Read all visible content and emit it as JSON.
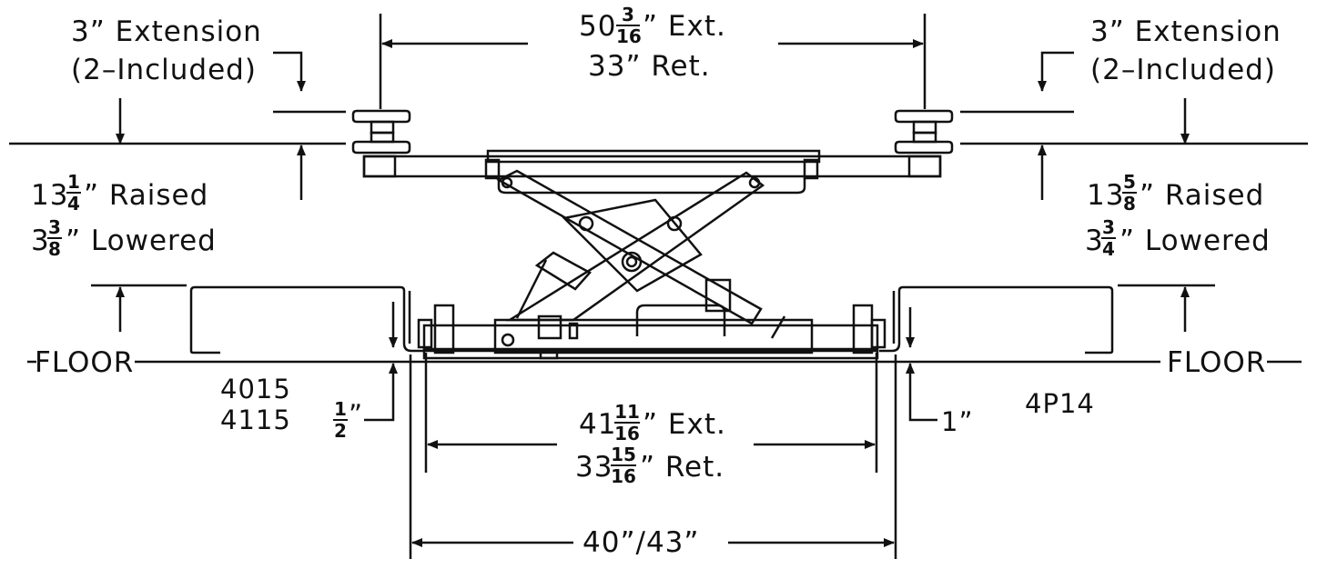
{
  "labels": {
    "ext_left_1": "3” Extension",
    "ext_left_2": "(2–Included)",
    "ext_right_1": "3” Extension",
    "ext_right_2": "(2–Included)",
    "top_ext_whole": "50",
    "top_ext_num": "3",
    "top_ext_den": "16",
    "top_ext_suffix": "” Ext.",
    "top_ret": "33” Ret.",
    "left_raised_whole": "13",
    "left_raised_num": "1",
    "left_raised_den": "4",
    "left_raised_suffix": "” Raised",
    "left_lowered_whole": "3",
    "left_lowered_num": "3",
    "left_lowered_den": "8",
    "left_lowered_suffix": "” Lowered",
    "right_raised_whole": "13",
    "right_raised_num": "5",
    "right_raised_den": "8",
    "right_raised_suffix": "” Raised",
    "right_lowered_whole": "3",
    "right_lowered_num": "3",
    "right_lowered_den": "4",
    "right_lowered_suffix": "” Lowered",
    "floor_left": "FLOOR",
    "floor_right": "FLOOR",
    "model_left_1": "4015",
    "model_left_2": "4115",
    "model_right": "4P14",
    "half_num": "1",
    "half_den": "2",
    "half_suffix": "”",
    "one_inch": "1”",
    "bottom_ext_whole": "41",
    "bottom_ext_num": "11",
    "bottom_ext_den": "16",
    "bottom_ext_suffix": "” Ext.",
    "bottom_ret_whole": "33",
    "bottom_ret_num": "15",
    "bottom_ret_den": "16",
    "bottom_ret_suffix": "” Ret.",
    "width": "40”/43”"
  }
}
